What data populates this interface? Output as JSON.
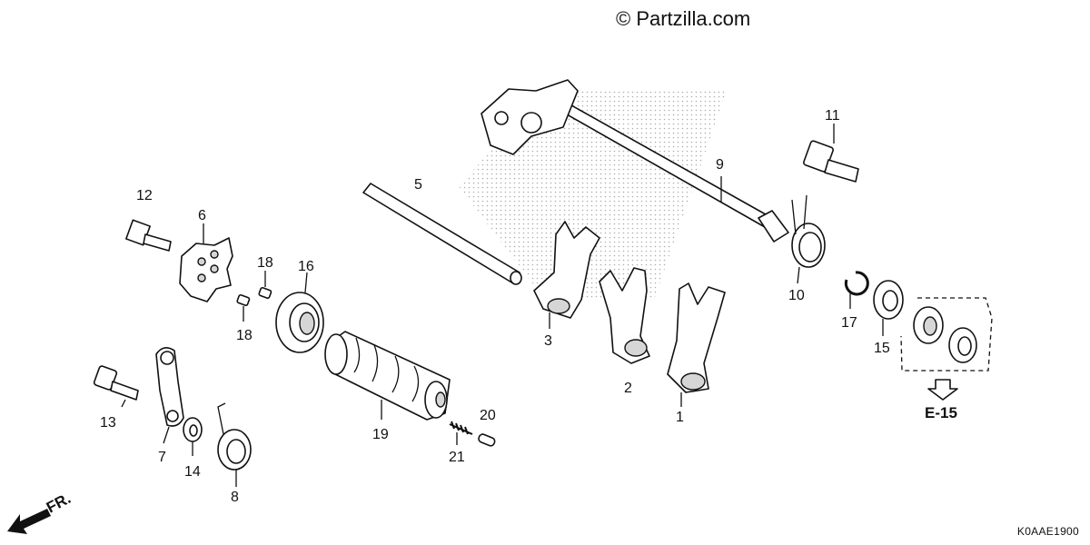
{
  "watermark": "© Partzilla.com",
  "diagram_code": "K0AAE1900",
  "front_marker": "FR.",
  "reference_section": "E-15",
  "part_labels": [
    "1",
    "2",
    "3",
    "5",
    "6",
    "7",
    "8",
    "9",
    "10",
    "11",
    "12",
    "13",
    "14",
    "15",
    "16",
    "17",
    "18",
    "18",
    "19",
    "20",
    "21"
  ]
}
